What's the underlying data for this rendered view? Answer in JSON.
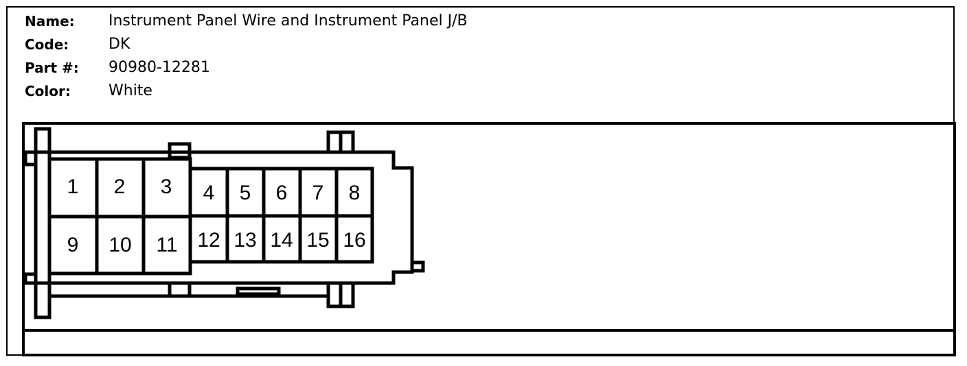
{
  "connector": {
    "name_label": "Name:",
    "name_value": "Instrument Panel Wire and Instrument Panel J/B",
    "code_label": "Code:",
    "code_value": "DK",
    "part_label": "Part #:",
    "part_value": "90980-12281",
    "color_label": "Color:",
    "color_value": "White"
  },
  "pins": {
    "p1": "1",
    "p2": "2",
    "p3": "3",
    "p4": "4",
    "p5": "5",
    "p6": "6",
    "p7": "7",
    "p8": "8",
    "p9": "9",
    "p10": "10",
    "p11": "11",
    "p12": "12",
    "p13": "13",
    "p14": "14",
    "p15": "15",
    "p16": "16"
  }
}
